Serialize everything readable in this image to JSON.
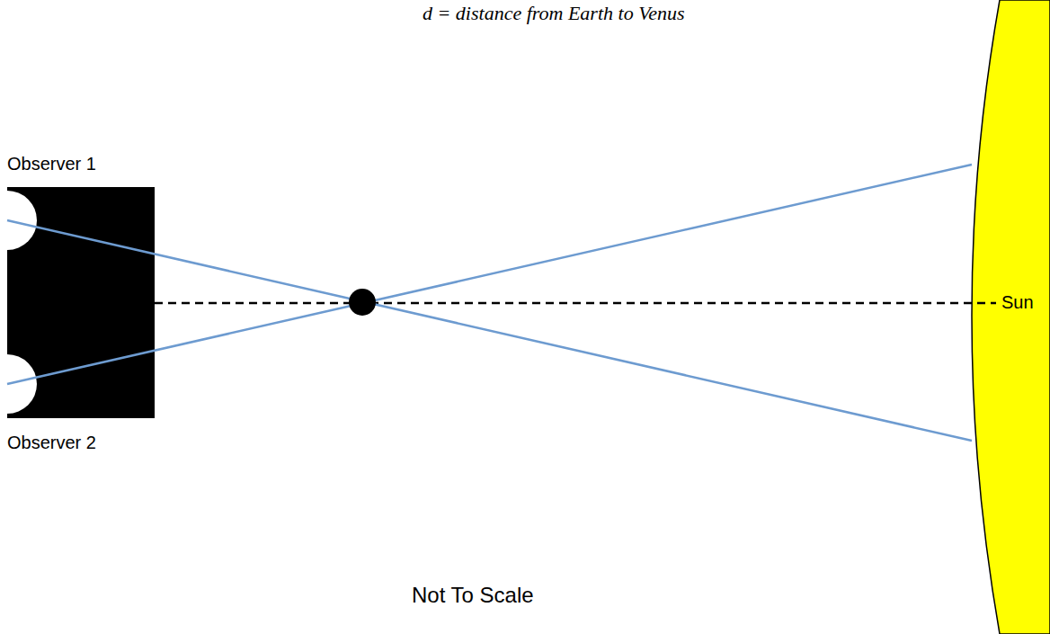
{
  "diagram": {
    "labels": [
      "d = distance from Earth to Venus",
      "Observer 1",
      "Observer 2",
      "Sun",
      "Not To Scale"
    ]
  }
}
